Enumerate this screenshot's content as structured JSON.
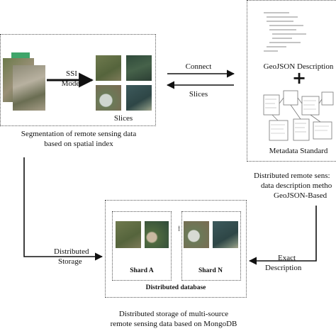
{
  "segmentation": {
    "model_label_line1": "SSI",
    "model_label_line2": "Model",
    "slices_label": "Slices",
    "caption_line1": "Segmentation of remote sensing data",
    "caption_line2": "based on spatial index"
  },
  "connector": {
    "connect_label": "Connect",
    "slices_label": "Slices"
  },
  "metadata": {
    "geojson_label": "GeoJSON Description",
    "plus_symbol": "+",
    "standard_label": "Metadata Standard",
    "caption_line1": "Distributed remote sens:",
    "caption_line2": "data description metho",
    "caption_line3": "GeoJSON-Based"
  },
  "storage": {
    "distributed_label_line1": "Distributed",
    "distributed_label_line2": "Storage",
    "exact_label_line1": "Exact",
    "exact_label_line2": "Description",
    "shard_a": "Shard A",
    "shard_dots": "......",
    "shard_n": "Shard N",
    "db_label": "Distributed database",
    "caption_line1": "Distributed storage of multi-source",
    "caption_line2": "remote sensing data based on MongoDB"
  },
  "colors": {
    "tile_green": "#5b6b3c",
    "tile_dark": "#2f4a3a",
    "tile_brown": "#7a6a52",
    "tile_water": "#3d5a5c",
    "tile_light": "#b9b8a8",
    "line": "#111111"
  }
}
